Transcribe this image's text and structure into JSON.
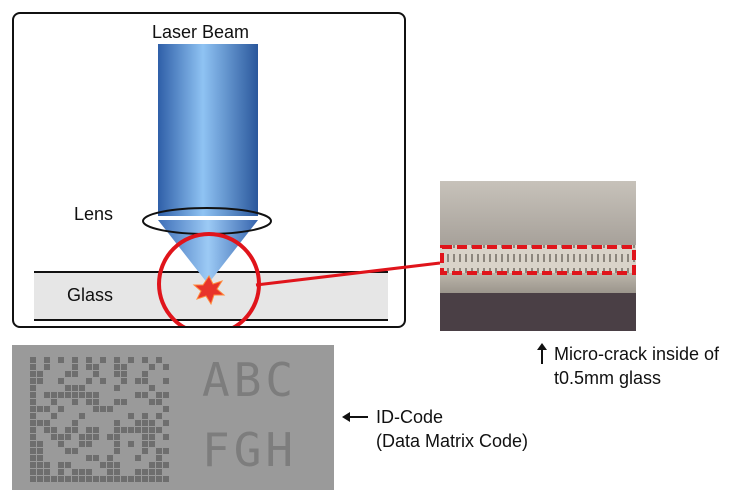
{
  "diagram": {
    "laser_label": "Laser Beam",
    "lens_label": "Lens",
    "glass_label": "Glass"
  },
  "photos": {
    "microcrack_caption_line1": "Micro-crack inside of",
    "microcrack_caption_line2": "t0.5mm glass",
    "id_caption_line1": "ID-Code",
    "id_caption_line2": "(Data Matrix Code)",
    "sample_text_row1": "ABC",
    "sample_text_row2": "FGH"
  },
  "icons": {
    "caption_up_arrow": "arrow-up-icon",
    "caption_left_arrow": "arrow-left-icon"
  },
  "colors": {
    "highlight_red": "#e0141b",
    "beam_blue": "#5b8fd6",
    "glass_fill": "#e6e6e6"
  }
}
